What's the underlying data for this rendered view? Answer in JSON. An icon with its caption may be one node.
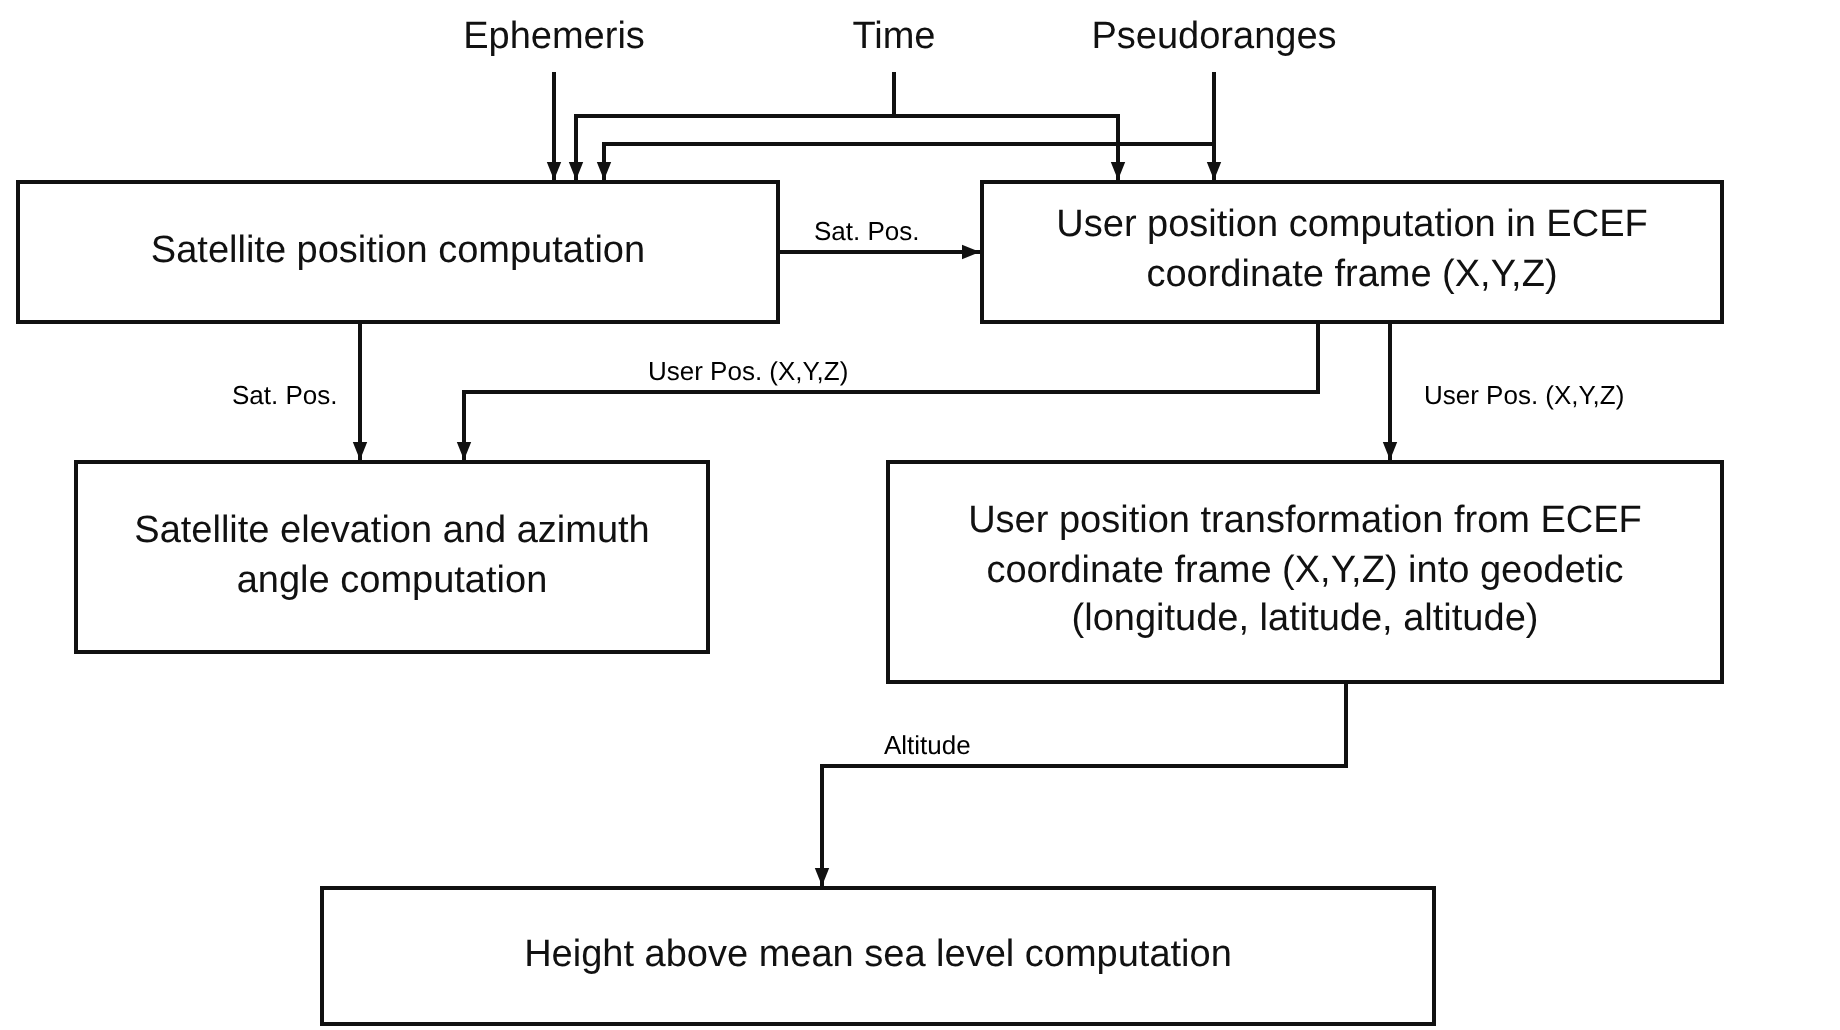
{
  "diagram": {
    "nodes": [
      {
        "text": [
          "Ephemeris"
        ]
      },
      {
        "text": [
          "Time"
        ]
      },
      {
        "text": [
          "Pseudoranges"
        ]
      },
      {
        "text": [
          "Satellite position computation"
        ]
      },
      {
        "text": [
          "User position computation in ECEF coordinate frame (X,Y,Z)"
        ]
      },
      {
        "text": [
          "Satellite elevation and azimuth angle computation"
        ]
      },
      {
        "text": [
          "User position transformation from ECEF coordinate frame (X,Y,Z) into geodetic (longitude, latitude, altitude)"
        ]
      },
      {
        "text": [
          "Height above mean sea level computation"
        ]
      }
    ],
    "edges": [
      {
        "from": 0,
        "to": 3,
        "arrow": "to"
      },
      {
        "from": 1,
        "to": 3,
        "arrow": "to"
      },
      {
        "from": 1,
        "to": 4,
        "arrow": "to"
      },
      {
        "from": 2,
        "to": 3,
        "arrow": "to"
      },
      {
        "from": 2,
        "to": 4,
        "arrow": "to"
      },
      {
        "from": 3,
        "to": 4,
        "arrow": "to",
        "label": "Sat. Pos."
      },
      {
        "from": 3,
        "to": 5,
        "arrow": "to",
        "label": "Sat. Pos."
      },
      {
        "from": 4,
        "to": 5,
        "arrow": "to",
        "label": "User Pos. (X,Y,Z)"
      },
      {
        "from": 4,
        "to": 6,
        "arrow": "to",
        "label": "User Pos. (X,Y,Z)"
      },
      {
        "from": 6,
        "to": 7,
        "arrow": "to",
        "label": "Altitude"
      }
    ]
  }
}
